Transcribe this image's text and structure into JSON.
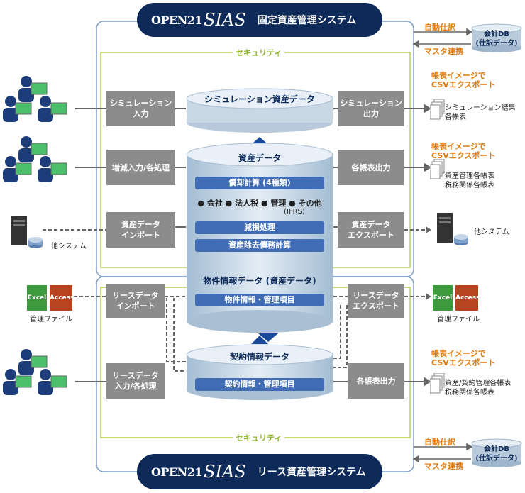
{
  "top_banner": {
    "logo_small": "OPEN21",
    "logo_big": "SIAS",
    "title": "固定資産管理システム"
  },
  "bottom_banner": {
    "logo_small": "OPEN21",
    "logo_big": "SIAS",
    "title": "リース資産管理システム"
  },
  "security_top": "セキュリティ",
  "security_bottom": "セキュリティ",
  "accounting_db_top": {
    "label1": "会計DB",
    "label2": "(仕訳データ)",
    "auto": "自動仕訳",
    "master": "マスタ連携"
  },
  "accounting_db_bottom": {
    "label1": "会計DB",
    "label2": "(仕訳データ)",
    "auto": "自動仕訳",
    "master": "マスタ連携"
  },
  "left_boxes": {
    "sim_input": "シミュレーション\n入力",
    "change_input": "増減入力/各処理",
    "data_import": "資産データ\nインポート",
    "lease_import": "リースデータ\nインポート",
    "lease_input": "リースデータ\n入力/各処理"
  },
  "right_boxes": {
    "sim_output": "シミュレーション\n出力",
    "report_output": "各帳表出力",
    "data_export": "資産データ\nエクスポート",
    "lease_export": "リースデータ\nエクスポート",
    "lease_report": "各帳表出力"
  },
  "center": {
    "sim_db": "シミュレーション資産データ",
    "asset_db": "資産データ",
    "depreciation": "償却計算 (4種類)",
    "categories": "● 会社 ● 法人税 ● 管理 ● その他",
    "ifrs": "(IFRS)",
    "impairment": "減損処理",
    "aro": "資産除去債務計算",
    "property_db": "物件情報データ (資産データ)",
    "property_items": "物件情報・管理項目",
    "contract_db": "契約情報データ",
    "contract_items": "契約情報・管理項目"
  },
  "outputs": {
    "csv1": "帳表イメージで\nCSVエクスポート",
    "doc1": "シミュレーション結果\n各帳表",
    "csv2": "帳表イメージで\nCSVエクスポート",
    "doc2": "資産管理各帳表\n税務関係各帳表",
    "other_right": "他システム",
    "mgmt_right": "管理ファイル",
    "csv3": "帳表イメージで\nCSVエクスポート",
    "doc3": "資産/契約管理各帳表\n税務関係各帳表"
  },
  "left_labels": {
    "other_left": "他システム",
    "mgmt_left": "管理ファイル",
    "excel": "Excel",
    "access": "Access"
  }
}
